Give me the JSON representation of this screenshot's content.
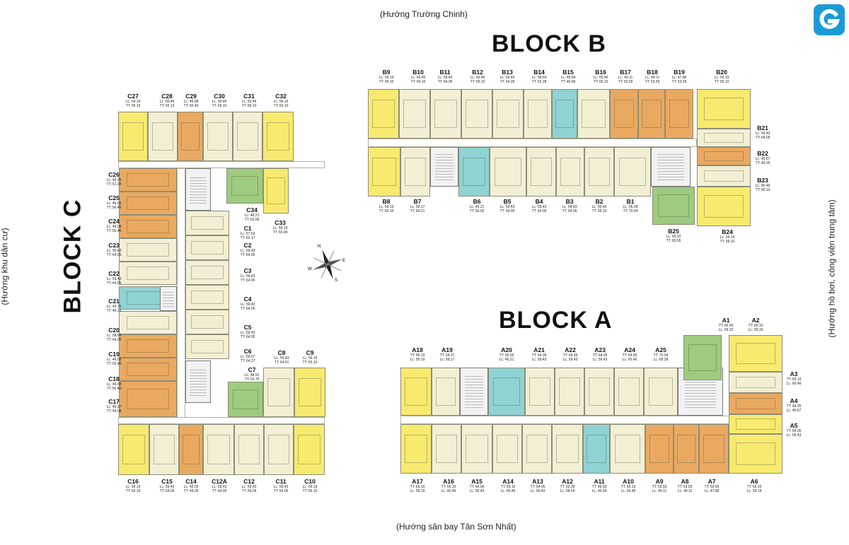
{
  "directions": {
    "top": "(Hướng Trường Chinh)",
    "bottom": "(Hướng sân bay Tân Sơn Nhất)",
    "left": "(Hướng khu dân cư)",
    "right": "(Hướng hồ bơi, công viên trung tâm)"
  },
  "block_titles": {
    "a": "BLOCK A",
    "b": "BLOCK B",
    "c": "BLOCK C"
  },
  "compass": {
    "n": "N",
    "s": "S",
    "e": "E",
    "w": "W"
  },
  "colors": {
    "cream": "#f3efd4",
    "yellow": "#f7ea6f",
    "orange": "#eaa960",
    "green": "#9ecb7f",
    "teal": "#8fd3d3",
    "logo": "#1d9ad6"
  },
  "legend_color_map": {
    "cream": "cream",
    "yellow": "yellow",
    "orange": "orange",
    "green": "green",
    "teal": "teal"
  },
  "units": {
    "C27": {
      "code": "C27",
      "l1": "LL: 59.19",
      "l2": "TT: 65.10",
      "color": "yellow"
    },
    "C28": {
      "code": "C28",
      "l1": "LL: 60.46",
      "l2": "TT: 65.13",
      "color": "cream"
    },
    "C29": {
      "code": "C29",
      "l1": "LL: 46.08",
      "l2": "TT: 50.40",
      "color": "orange"
    },
    "C30": {
      "code": "C30",
      "l1": "LL: 60.46",
      "l2": "TT: 65.10",
      "color": "cream"
    },
    "C31": {
      "code": "C31",
      "l1": "LL: 60.46",
      "l2": "TT: 65.10",
      "color": "cream"
    },
    "C32": {
      "code": "C32",
      "l1": "LL: 59.19",
      "l2": "TT: 65.10",
      "color": "yellow"
    },
    "C26": {
      "code": "C26",
      "l1": "LL: 46.35",
      "l2": "TT: 51.08",
      "color": "orange"
    },
    "C25": {
      "code": "C25",
      "l1": "LL: 46.08",
      "l2": "TT: 50.40",
      "color": "orange"
    },
    "C24": {
      "code": "C24",
      "l1": "LL: 46.08",
      "l2": "TT: 50.40",
      "color": "orange"
    },
    "C23": {
      "code": "C23",
      "l1": "LL: 59.43",
      "l2": "TT: 64.05",
      "color": "cream"
    },
    "C22": {
      "code": "C22",
      "l1": "LL: 59.43",
      "l2": "TT: 64.05",
      "color": "cream"
    },
    "C21": {
      "code": "C21",
      "l1": "LL: 45.75",
      "l2": "TT: 49.16",
      "color": "teal"
    },
    "C20": {
      "code": "C20",
      "l1": "LL: 58.64",
      "l2": "TT: 64.05",
      "color": "cream"
    },
    "C19": {
      "code": "C19",
      "l1": "LL: 46.08",
      "l2": "TT: 50.40",
      "color": "orange"
    },
    "C18": {
      "code": "C18",
      "l1": "LL: 46.08",
      "l2": "TT: 50.40",
      "color": "orange"
    },
    "C17": {
      "code": "C17",
      "l1": "LL: 45.37",
      "l2": "TT: 54.08",
      "color": "orange"
    },
    "C34": {
      "code": "C34",
      "l1": "LL: 48.21",
      "l2": "TT: 53.06",
      "color": "green"
    },
    "C33": {
      "code": "C33",
      "l1": "LL: 59.19",
      "l2": "TT: 65.94",
      "color": "yellow"
    },
    "C1": {
      "code": "C1",
      "l1": "LL: 57.63",
      "l2": "TT: 62.17",
      "color": "cream"
    },
    "C2": {
      "code": "C2",
      "l1": "LL: 59.43",
      "l2": "TT: 64.05",
      "color": "cream"
    },
    "C3": {
      "code": "C3",
      "l1": "LL: 59.43",
      "l2": "TT: 64.05",
      "color": "cream"
    },
    "C4": {
      "code": "C4",
      "l1": "LL: 59.43",
      "l2": "TT: 64.05",
      "color": "cream"
    },
    "C5": {
      "code": "C5",
      "l1": "LL: 59.43",
      "l2": "TT: 64.05",
      "color": "cream"
    },
    "C6": {
      "code": "C6",
      "l1": "LL: 59.67",
      "l2": "TT: 64.27",
      "color": "cream"
    },
    "C7": {
      "code": "C7",
      "l1": "LL: 48.91",
      "l2": "TT: 53.79",
      "color": "green"
    },
    "C8": {
      "code": "C8",
      "l1": "LL: 59.43",
      "l2": "TT: 64.51",
      "color": "cream"
    },
    "C9": {
      "code": "C9",
      "l1": "LL: 59.19",
      "l2": "TT: 65.10",
      "color": "yellow"
    },
    "C16": {
      "code": "C16",
      "l1": "LL: 59.19",
      "l2": "TT: 65.10",
      "color": "yellow"
    },
    "C15": {
      "code": "C15",
      "l1": "LL: 59.43",
      "l2": "TT: 64.05",
      "color": "cream"
    },
    "C14": {
      "code": "C14",
      "l1": "LL: 45.03",
      "l2": "TT: 49.35",
      "color": "orange"
    },
    "C12A": {
      "code": "C12A",
      "l1": "LL: 59.43",
      "l2": "TT: 64.05",
      "color": "cream"
    },
    "C12": {
      "code": "C12",
      "l1": "LL: 59.43",
      "l2": "TT: 64.05",
      "color": "cream"
    },
    "C11": {
      "code": "C11",
      "l1": "LL: 59.43",
      "l2": "TT: 64.05",
      "color": "cream"
    },
    "C10": {
      "code": "C10",
      "l1": "LL: 59.19",
      "l2": "TT: 65.10",
      "color": "yellow"
    },
    "B9": {
      "code": "B9",
      "l1": "LL: 59.19",
      "l2": "TT: 65.10",
      "color": "yellow"
    },
    "B10": {
      "code": "B10",
      "l1": "LL: 60.46",
      "l2": "TT: 65.10",
      "color": "cream"
    },
    "B11": {
      "code": "B11",
      "l1": "LL: 59.43",
      "l2": "TT: 64.05",
      "color": "cream"
    },
    "B12": {
      "code": "B12",
      "l1": "LL: 60.46",
      "l2": "TT: 65.10",
      "color": "cream"
    },
    "B13": {
      "code": "B13",
      "l1": "LL: 59.43",
      "l2": "TT: 64.05",
      "color": "cream"
    },
    "B14": {
      "code": "B14",
      "l1": "LL: 58.64",
      "l2": "TT: 63.28",
      "color": "cream"
    },
    "B15": {
      "code": "B15",
      "l1": "LL: 45.69",
      "l2": "TT: 49.99",
      "color": "teal"
    },
    "B16": {
      "code": "B16",
      "l1": "LL: 60.46",
      "l2": "TT: 65.10",
      "color": "cream"
    },
    "B17": {
      "code": "B17",
      "l1": "LL: 49.11",
      "l2": "TT: 53.55",
      "color": "orange"
    },
    "B18": {
      "code": "B18",
      "l1": "LL: 49.11",
      "l2": "TT: 53.55",
      "color": "orange"
    },
    "B19": {
      "code": "B19",
      "l1": "LL: 47.86",
      "l2": "TT: 53.55",
      "color": "orange"
    },
    "B20": {
      "code": "B20",
      "l1": "LL: 59.19",
      "l2": "TT: 65.10",
      "color": "yellow"
    },
    "B21": {
      "code": "B21",
      "l1": "LL: 59.43",
      "l2": "TT: 64.05",
      "color": "cream"
    },
    "B22": {
      "code": "B22",
      "l1": "LL: 45.67",
      "l2": "TT: 49.35",
      "color": "orange"
    },
    "B23": {
      "code": "B23",
      "l1": "LL: 60.46",
      "l2": "TT: 65.10",
      "color": "cream"
    },
    "B8": {
      "code": "B8",
      "l1": "LL: 59.19",
      "l2": "TT: 65.10",
      "color": "yellow"
    },
    "B7": {
      "code": "B7",
      "l1": "LL: 59.17",
      "l2": "TT: 64.21",
      "color": "cream"
    },
    "B6": {
      "code": "B6",
      "l1": "LL: 45.21",
      "l2": "TT: 50.02",
      "color": "teal"
    },
    "B5": {
      "code": "B5",
      "l1": "LL: 59.43",
      "l2": "TT: 64.05",
      "color": "cream"
    },
    "B4": {
      "code": "B4",
      "l1": "LL: 59.43",
      "l2": "TT: 64.05",
      "color": "cream"
    },
    "B3": {
      "code": "B3",
      "l1": "LL: 59.43",
      "l2": "TT: 64.05",
      "color": "cream"
    },
    "B2": {
      "code": "B2",
      "l1": "LL: 60.46",
      "l2": "TT: 65.10",
      "color": "cream"
    },
    "B1": {
      "code": "B1",
      "l1": "LL: 65.28",
      "l2": "TT: 70.04",
      "color": "cream"
    },
    "B25": {
      "code": "B25",
      "l1": "LL: 59.22",
      "l2": "TT: 65.55",
      "color": "green"
    },
    "B24": {
      "code": "B24",
      "l1": "LL: 59.19",
      "l2": "TT: 65.10",
      "color": "yellow"
    },
    "A18": {
      "code": "A18",
      "l1": "TT: 65.10",
      "l2": "LL: 59.19",
      "color": "yellow"
    },
    "A19": {
      "code": "A19",
      "l1": "TT: 64.21",
      "l2": "LL: 59.17",
      "color": "cream"
    },
    "A20": {
      "code": "A20",
      "l1": "TT: 50.02",
      "l2": "LL: 45.21",
      "color": "teal"
    },
    "A21": {
      "code": "A21",
      "l1": "TT: 64.05",
      "l2": "LL: 59.43",
      "color": "cream"
    },
    "A22": {
      "code": "A22",
      "l1": "TT: 64.05",
      "l2": "LL: 59.43",
      "color": "cream"
    },
    "A23": {
      "code": "A23",
      "l1": "TT: 64.05",
      "l2": "LL: 59.43",
      "color": "cream"
    },
    "A24": {
      "code": "A24",
      "l1": "TT: 64.05",
      "l2": "LL: 60.46",
      "color": "cream"
    },
    "A25": {
      "code": "A25",
      "l1": "TT: 70.04",
      "l2": "LL: 65.28",
      "color": "cream"
    },
    "A1": {
      "code": "A1",
      "l1": "TT: 65.55",
      "l2": "LL: 59.22",
      "color": "green"
    },
    "A2": {
      "code": "A2",
      "l1": "TT: 65.10",
      "l2": "LL: 59.19",
      "color": "yellow"
    },
    "A3": {
      "code": "A3",
      "l1": "TT: 65.10",
      "l2": "LL: 60.46",
      "color": "cream"
    },
    "A4": {
      "code": "A4",
      "l1": "TT: 49.35",
      "l2": "LL: 45.67",
      "color": "orange"
    },
    "A5": {
      "code": "A5",
      "l1": "TT: 64.05",
      "l2": "LL: 59.43",
      "color": "yellow"
    },
    "A17": {
      "code": "A17",
      "l1": "TT: 65.10",
      "l2": "LL: 59.19",
      "color": "yellow"
    },
    "A16": {
      "code": "A16",
      "l1": "TT: 65.10",
      "l2": "LL: 60.46",
      "color": "cream"
    },
    "A15": {
      "code": "A15",
      "l1": "TT: 64.05",
      "l2": "LL: 59.43",
      "color": "cream"
    },
    "A14": {
      "code": "A14",
      "l1": "TT: 65.10",
      "l2": "LL: 60.46",
      "color": "cream"
    },
    "A13": {
      "code": "A13",
      "l1": "TT: 64.05",
      "l2": "LL: 59.43",
      "color": "cream"
    },
    "A12": {
      "code": "A12",
      "l1": "TT: 63.28",
      "l2": "LL: 58.64",
      "color": "cream"
    },
    "A11": {
      "code": "A11",
      "l1": "TT: 49.92",
      "l2": "LL: 45.69",
      "color": "teal"
    },
    "A10": {
      "code": "A10",
      "l1": "TT: 65.10",
      "l2": "LL: 60.46",
      "color": "cream"
    },
    "A9": {
      "code": "A9",
      "l1": "TT: 53.55",
      "l2": "LL: 49.11",
      "color": "orange"
    },
    "A8": {
      "code": "A8",
      "l1": "TT: 53.55",
      "l2": "LL: 49.11",
      "color": "orange"
    },
    "A7": {
      "code": "A7",
      "l1": "TT: 53.55",
      "l2": "LL: 47.86",
      "color": "orange"
    },
    "A6": {
      "code": "A6",
      "l1": "TT: 65.10",
      "l2": "LL: 59.19",
      "color": "yellow"
    }
  }
}
